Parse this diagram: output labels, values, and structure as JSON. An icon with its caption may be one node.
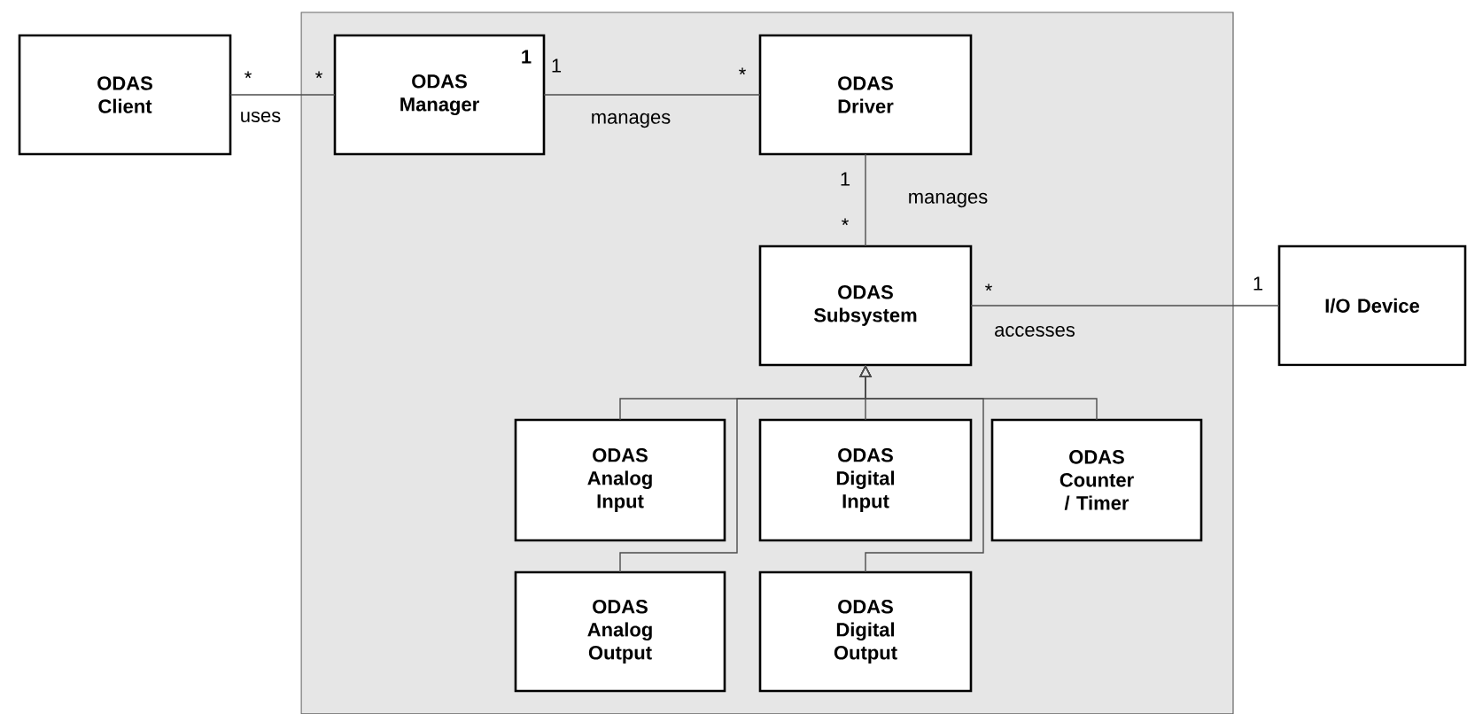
{
  "diagram": {
    "nodes": [
      {
        "text": [],
        "shape": "box"
      },
      {
        "text": [
          "ODAS Client"
        ]
      },
      {
        "text": [
          "ODAS Manager"
        ],
        "in": 0
      },
      {
        "text": [
          "ODAS Driver"
        ],
        "in": 0
      },
      {
        "text": [
          "ODAS Subsystem"
        ],
        "in": 0
      },
      {
        "text": [
          "I/O Device"
        ]
      },
      {
        "text": [
          "ODAS Analog Input"
        ],
        "in": 0
      },
      {
        "text": [
          "ODAS Digital Input"
        ],
        "in": 0
      },
      {
        "text": [
          "ODAS Counter / Timer"
        ],
        "in": 0
      },
      {
        "text": [
          "ODAS Analog Output"
        ],
        "in": 0
      },
      {
        "text": [
          "ODAS Digital Output"
        ],
        "in": 0
      }
    ],
    "edges": [
      {
        "from": 1,
        "to": 2,
        "arrow": "none",
        "label": "uses"
      },
      {
        "from": 2,
        "to": 3,
        "arrow": "none",
        "label": "manages"
      },
      {
        "from": 3,
        "to": 4,
        "arrow": "none",
        "label": "manages"
      },
      {
        "from": 4,
        "to": 5,
        "arrow": "none",
        "label": "accesses"
      },
      {
        "from": 6,
        "to": 4,
        "arrow": "to"
      },
      {
        "from": 7,
        "to": 4,
        "arrow": "to"
      },
      {
        "from": 8,
        "to": 4,
        "arrow": "to"
      },
      {
        "from": 9,
        "to": 4,
        "arrow": "to"
      },
      {
        "from": 10,
        "to": 4,
        "arrow": "to"
      }
    ],
    "labels": [
      "*",
      "*",
      "1",
      "1",
      "*",
      "1",
      "*",
      "*",
      "1"
    ]
  }
}
